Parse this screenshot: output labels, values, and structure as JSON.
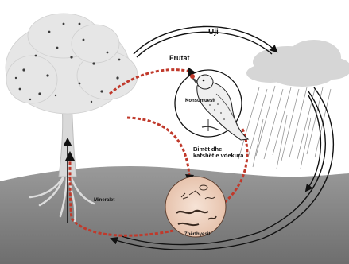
{
  "labels": {
    "water": "Uji",
    "fruits": "Frutat",
    "consumers": "Konsumuesit",
    "dead_matter_line1": "Bimët dhe",
    "dead_matter_line2": "kafshët  e vdekura",
    "minerals": "Mineralet",
    "decomposers": "Zbërthyesit"
  },
  "colors": {
    "arrow_red": "#c0392b",
    "soil": "#8c8c8c",
    "foliage": "#e6e6e6",
    "cloud": "#d6d6d6"
  }
}
